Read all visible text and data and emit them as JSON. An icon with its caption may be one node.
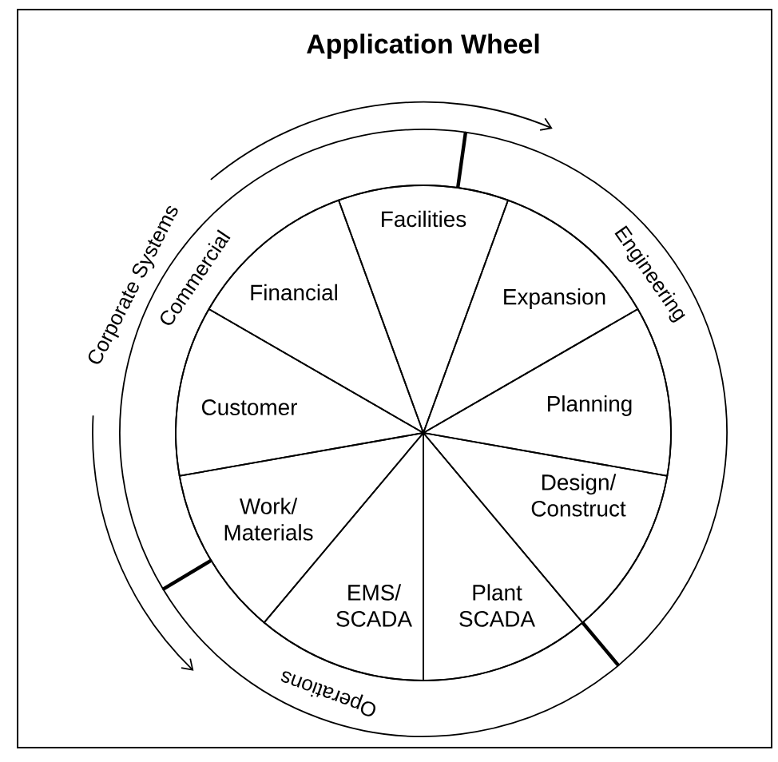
{
  "diagram": {
    "title": "Application Wheel",
    "nodes": [
      {
        "text": [
          "Facilities"
        ]
      },
      {
        "text": [
          "Expansion"
        ]
      },
      {
        "text": [
          "Planning"
        ]
      },
      {
        "text": [
          "Design/ Construct"
        ]
      },
      {
        "text": [
          "Plant SCADA"
        ]
      },
      {
        "text": [
          "EMS/ SCADA"
        ]
      },
      {
        "text": [
          "Work/ Materials"
        ]
      },
      {
        "text": [
          "Customer"
        ]
      },
      {
        "text": [
          "Financial"
        ]
      },
      {
        "text": [
          "Commercial"
        ]
      },
      {
        "text": [
          "Engineering"
        ]
      },
      {
        "text": [
          "Operations"
        ]
      }
    ],
    "labels": [
      "Corporate Systems"
    ]
  }
}
